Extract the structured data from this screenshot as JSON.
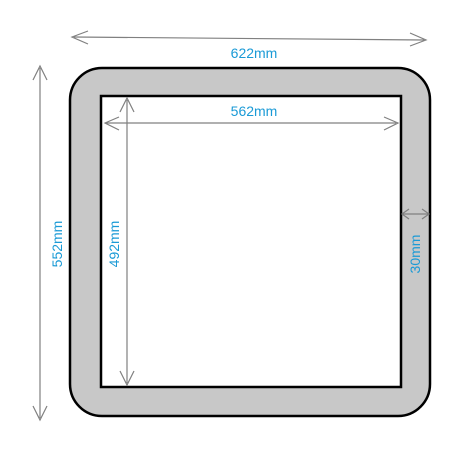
{
  "dimensions": {
    "outer_width": "622mm",
    "inner_width": "562mm",
    "outer_height": "552mm",
    "inner_height": "492mm",
    "border_thickness": "30mm"
  },
  "colors": {
    "frame_fill": "#c8c8c8",
    "outline": "#000000",
    "arrow": "#808080",
    "label": "#1a9ad6",
    "inner_fill": "#ffffff"
  }
}
